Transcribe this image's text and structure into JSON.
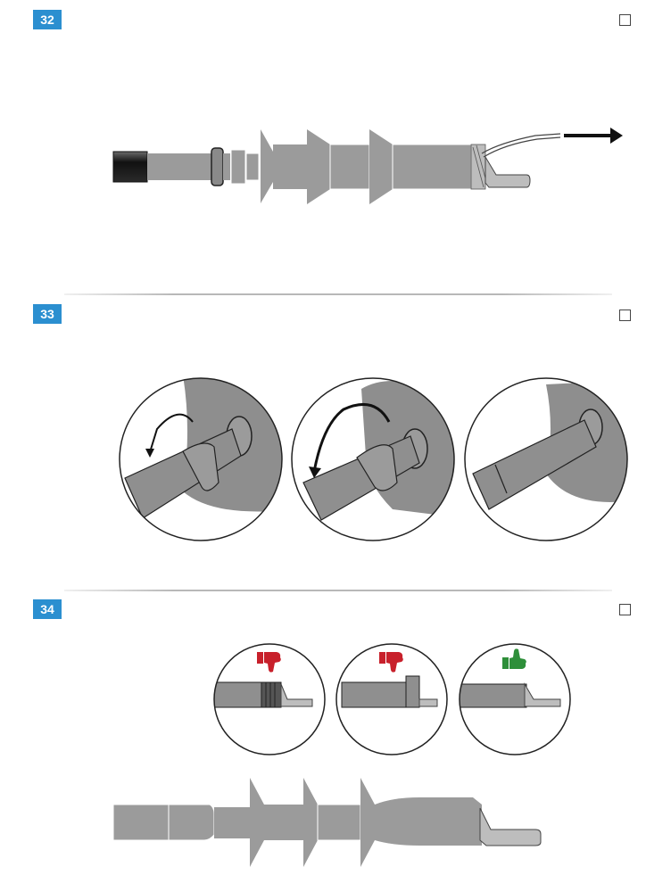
{
  "steps": [
    {
      "number": "32",
      "checkbox": "unchecked"
    },
    {
      "number": "33",
      "checkbox": "unchecked"
    },
    {
      "number": "34",
      "checkbox": "unchecked"
    }
  ],
  "icons": {
    "pull_direction": "arrow-right-icon",
    "rotate_direction": "curved-arrow-icon",
    "incorrect": "thumbs-down-icon",
    "correct": "thumbs-up-icon"
  },
  "colors": {
    "badge": "#2b8fd0",
    "incorrect": "#c8202b",
    "correct": "#2e8f3a",
    "cable": "#9b9b9b",
    "cable_jacket": "#1e1e1e"
  }
}
